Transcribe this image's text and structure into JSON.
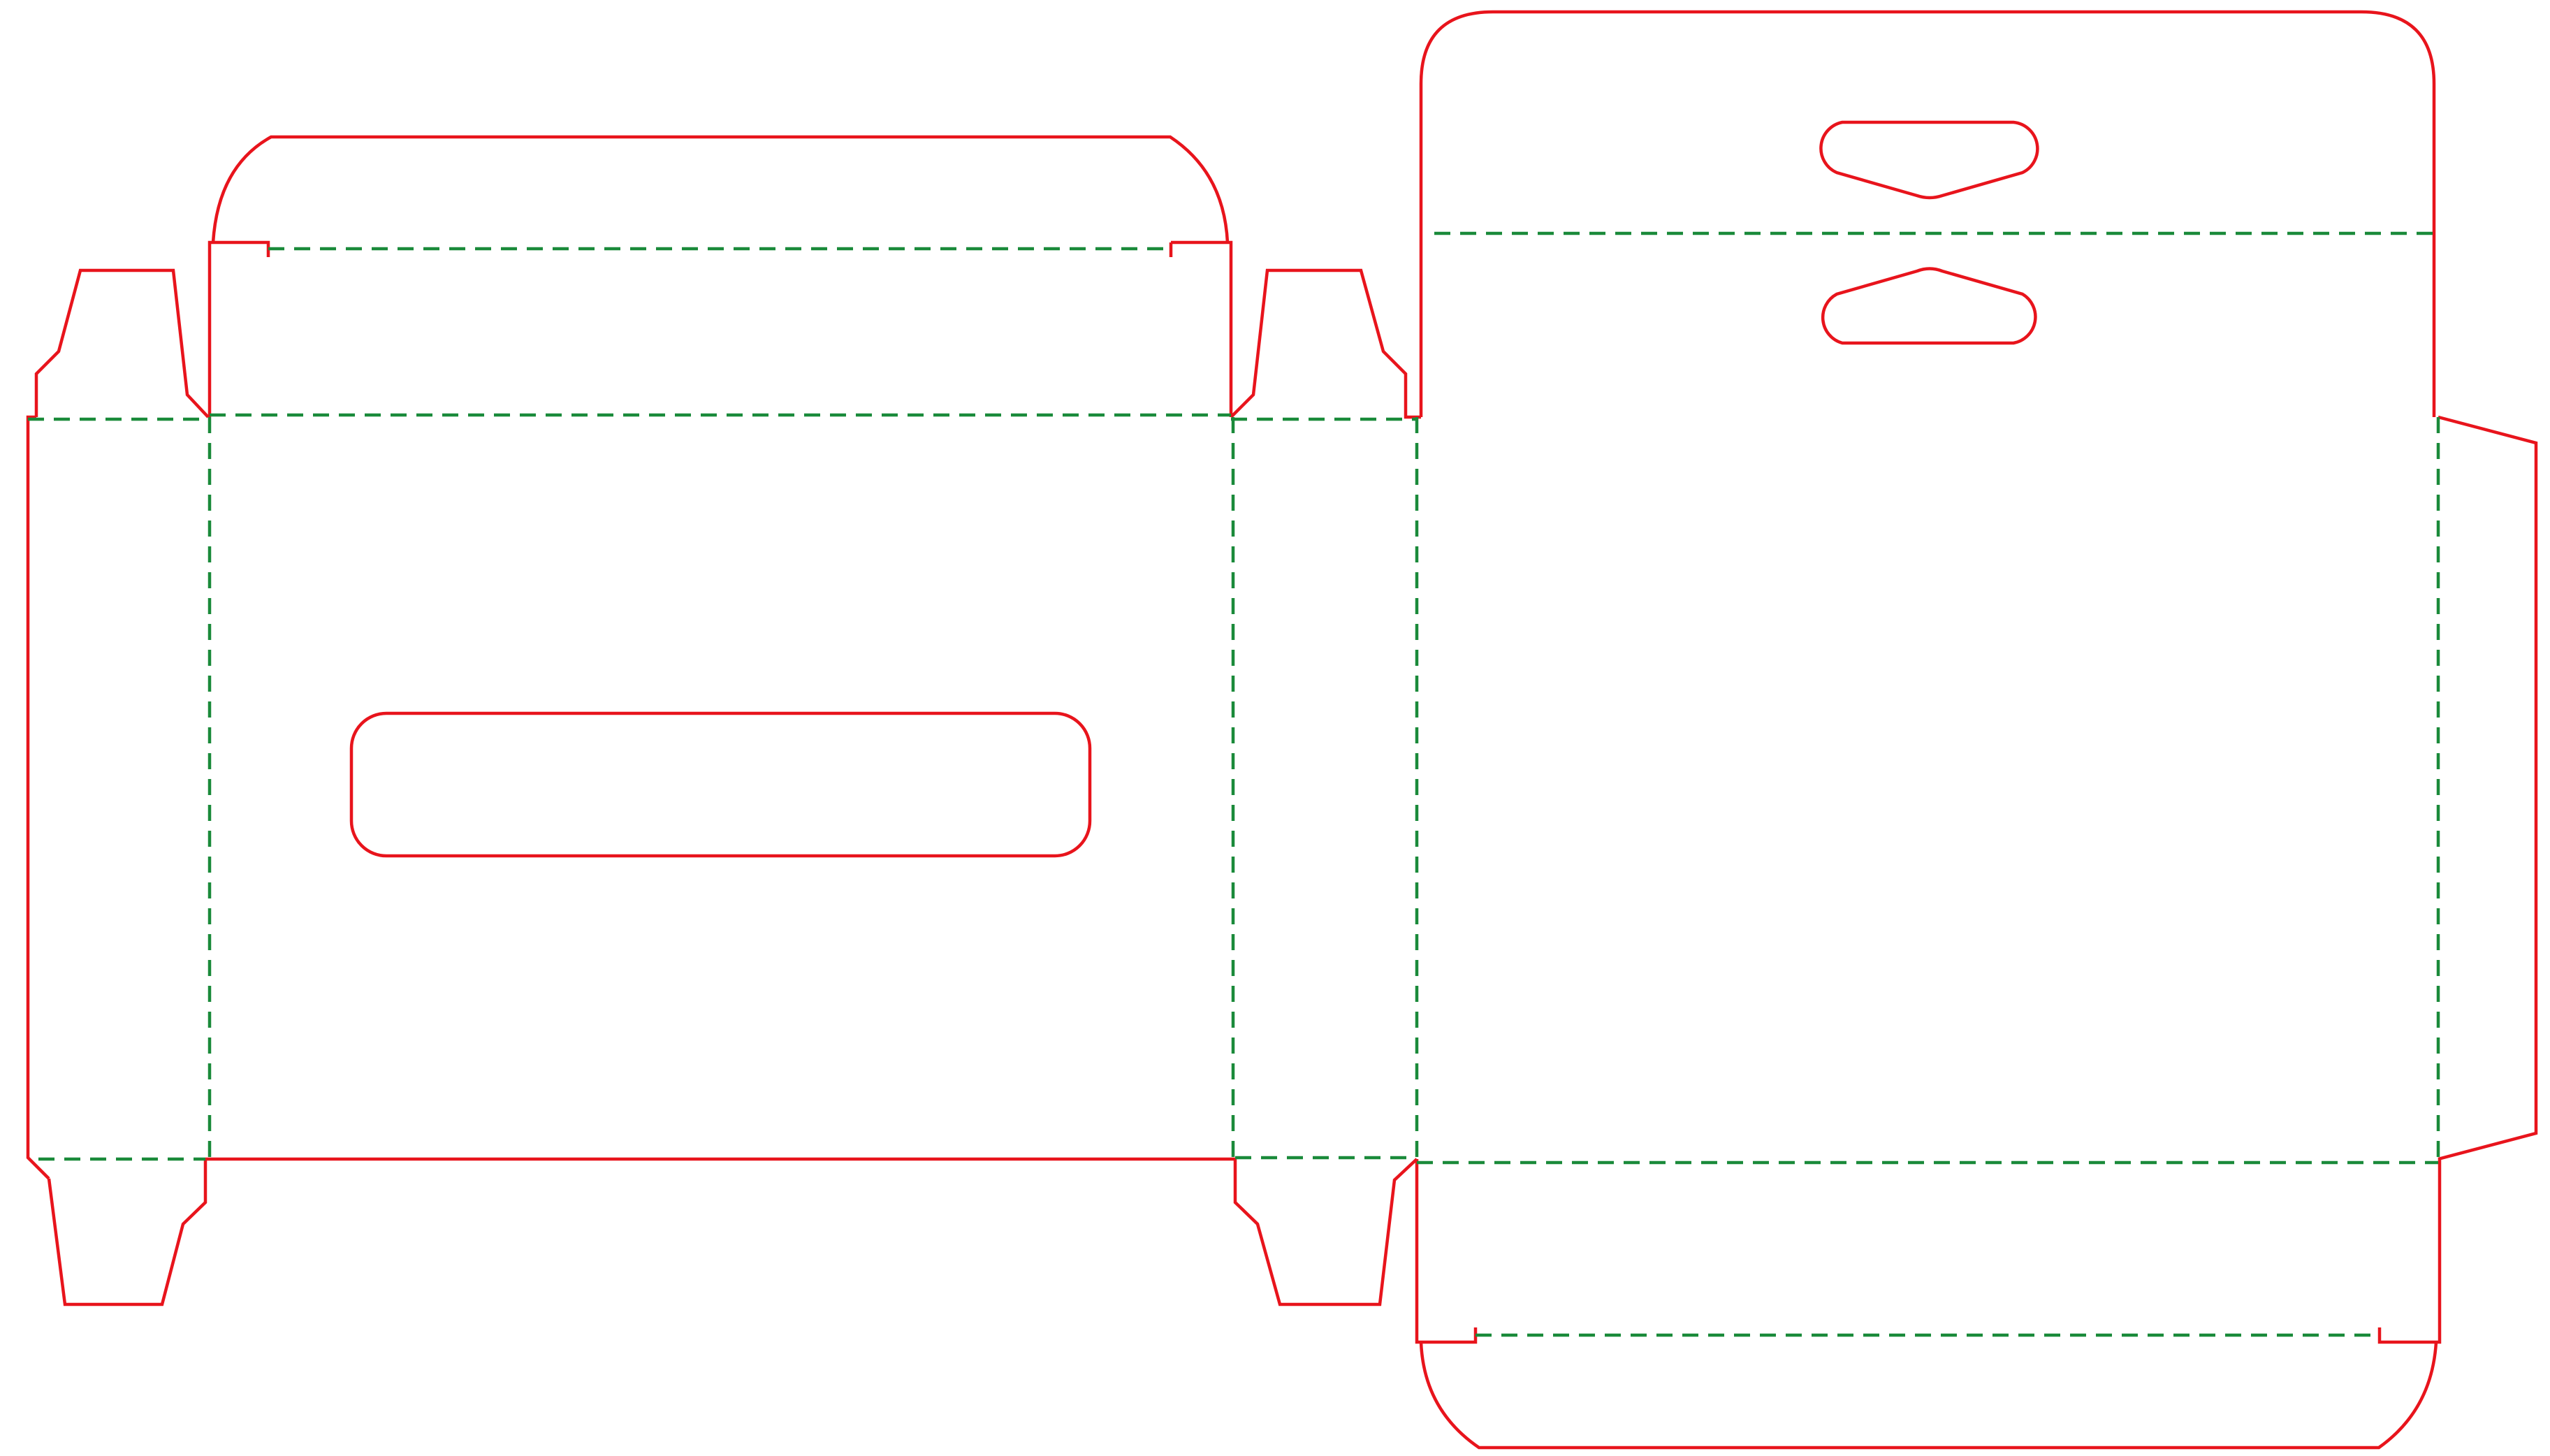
{
  "diagram": {
    "kind": "packaging-box-dieline",
    "background": "#ffffff",
    "line_types": {
      "cut_line": {
        "color": "#e8141c",
        "style": "solid"
      },
      "fold_line": {
        "color": "#1a8a3a",
        "style": "dashed"
      }
    },
    "panels": [
      "left-glue-strip",
      "front-panel",
      "top-tuck-flap-front",
      "window-cutout",
      "side-panel",
      "back-panel",
      "hang-tab-panel",
      "hang-hole-top",
      "hang-hole-bottom",
      "right-glue-flap",
      "bottom-tuck-flap",
      "dust-flap-top-left",
      "dust-flap-top-right",
      "dust-flap-bottom-left",
      "dust-flap-bottom-right"
    ]
  }
}
